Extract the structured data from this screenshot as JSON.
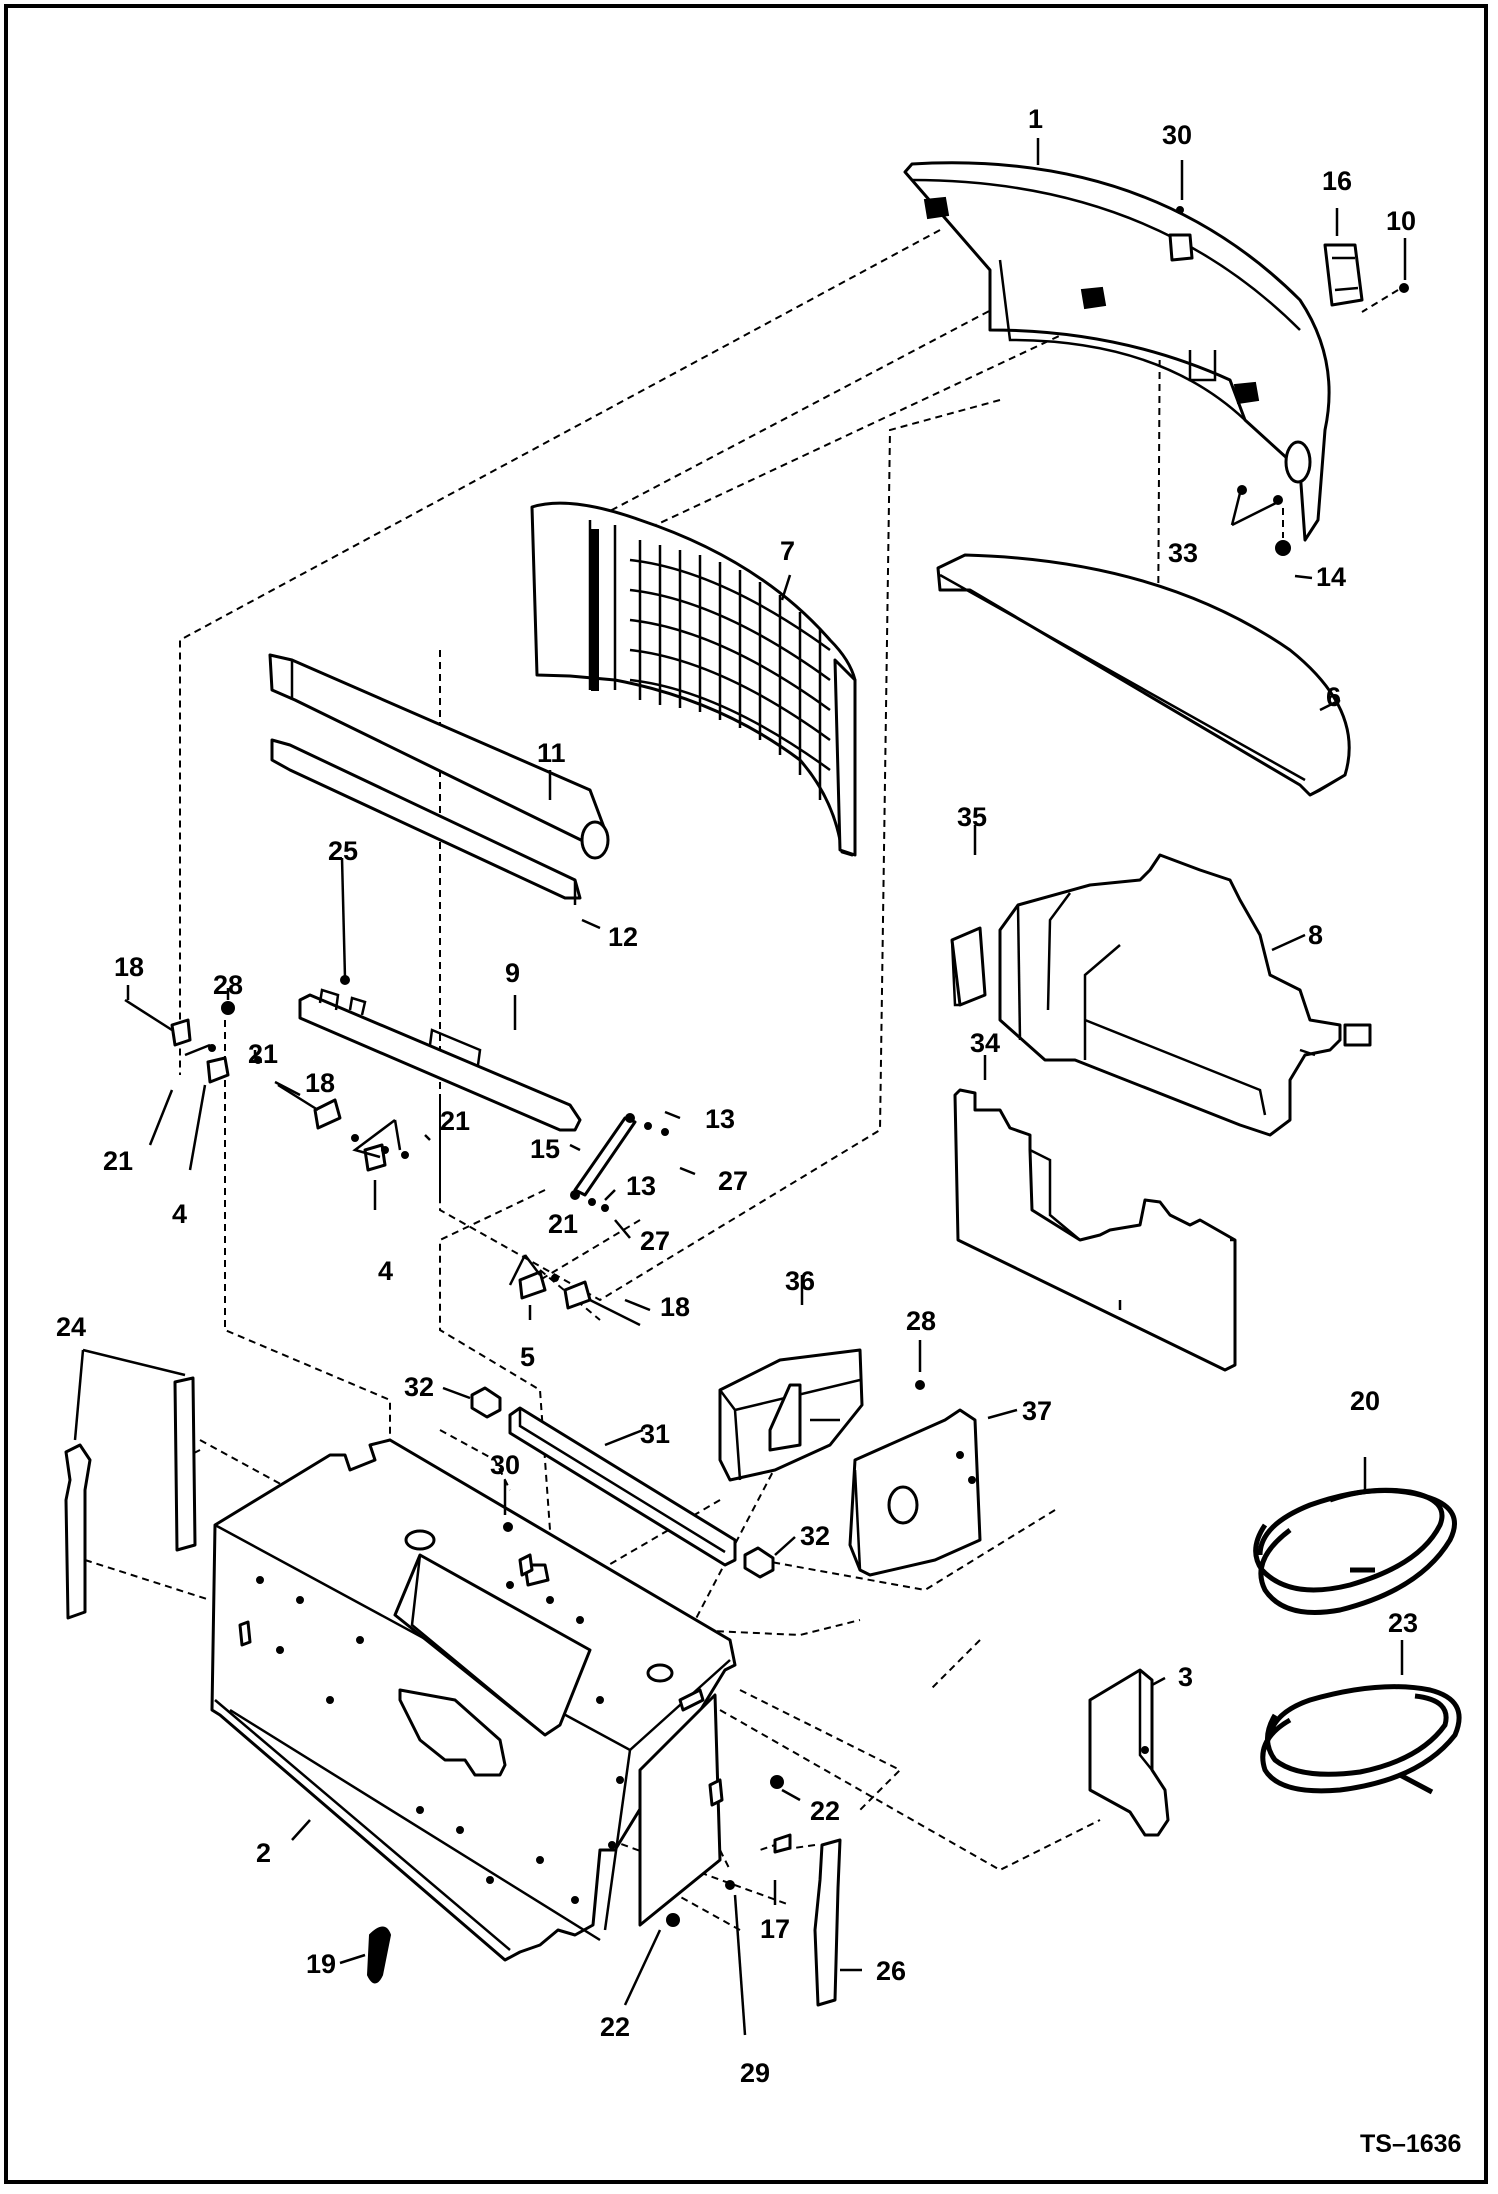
{
  "reference_code": "TS–1636",
  "callouts": {
    "c1": "1",
    "c2": "2",
    "c3": "3",
    "c4a": "4",
    "c4b": "4",
    "c5": "5",
    "c6": "6",
    "c7": "7",
    "c8": "8",
    "c9": "9",
    "c10": "10",
    "c11": "11",
    "c12": "12",
    "c13a": "13",
    "c13b": "13",
    "c14": "14",
    "c15": "15",
    "c16": "16",
    "c17": "17",
    "c18a": "18",
    "c18b": "18",
    "c18c": "18",
    "c19": "19",
    "c20": "20",
    "c21a": "21",
    "c21b": "21",
    "c21c": "21",
    "c21d": "21",
    "c22a": "22",
    "c22b": "22",
    "c23": "23",
    "c24": "24",
    "c25": "25",
    "c26": "26",
    "c27a": "27",
    "c27b": "27",
    "c28a": "28",
    "c28b": "28",
    "c29": "29",
    "c30a": "30",
    "c30b": "30",
    "c31": "31",
    "c32a": "32",
    "c32b": "32",
    "c33": "33",
    "c34": "34",
    "c35": "35",
    "c36": "36",
    "c37": "37"
  }
}
